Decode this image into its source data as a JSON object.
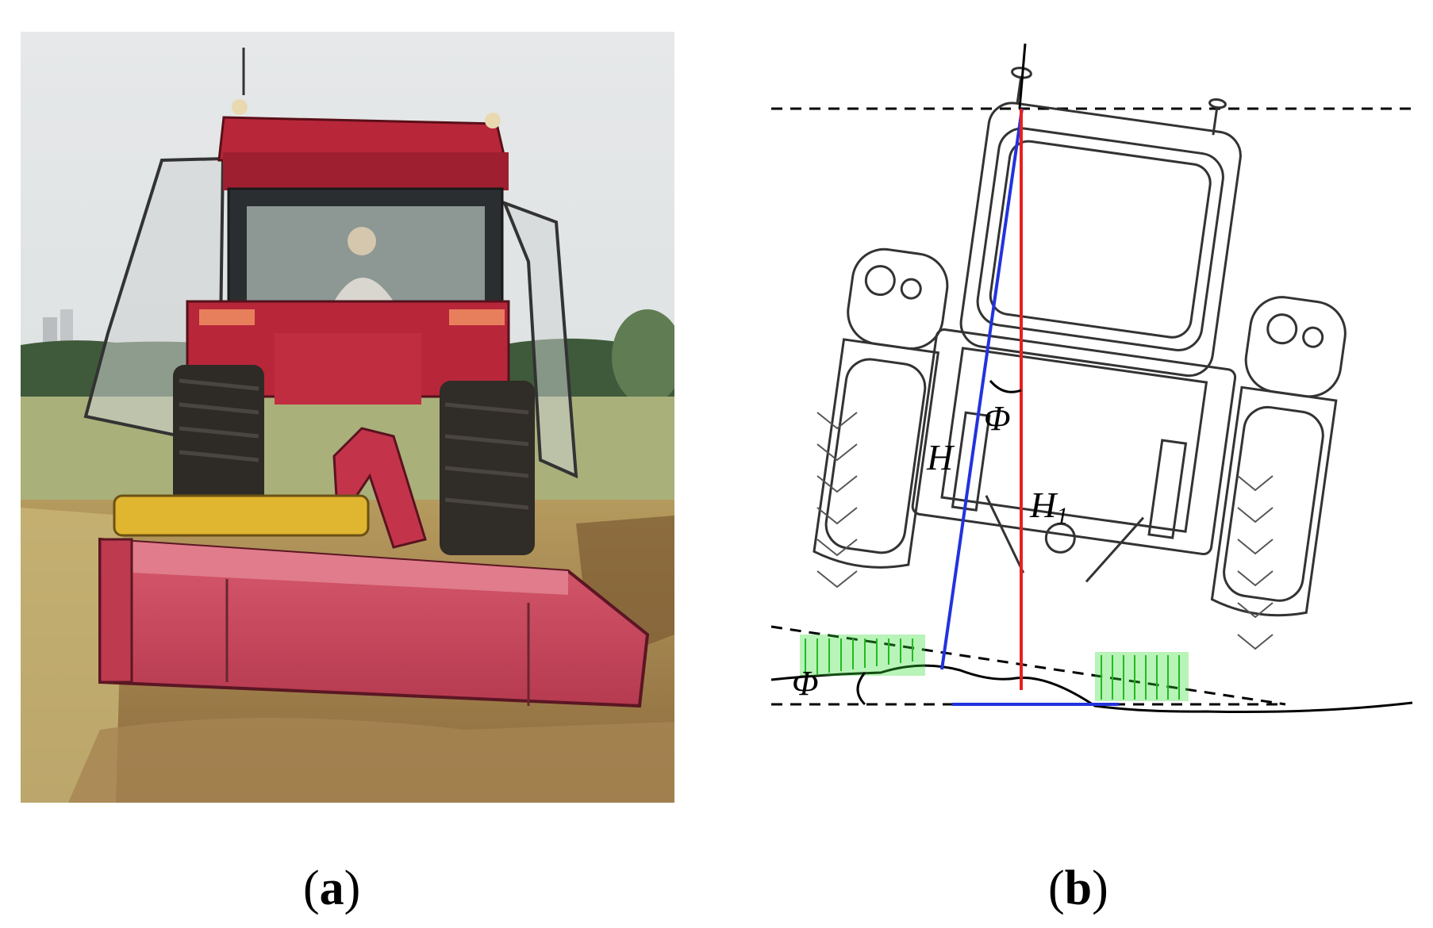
{
  "captions": {
    "a": {
      "open": "(",
      "letter": "a",
      "close": ")"
    },
    "b": {
      "open": "(",
      "letter": "b",
      "close": ")"
    }
  },
  "diagram_labels": {
    "phi_top": "Φ",
    "phi_bottom": "Φ",
    "H": "H",
    "H1_base": "H",
    "H1_sub": "1"
  },
  "colors": {
    "tilt_axis": "#2233dd",
    "vertical_axis": "#e82020",
    "soil_patch": "#33dd33",
    "tractor_red": "#b8263a",
    "implement_red": "#c73a52",
    "implement_tube": "#e0b530"
  },
  "icons": [
    "tractor-photo",
    "tractor-rear-schematic"
  ]
}
